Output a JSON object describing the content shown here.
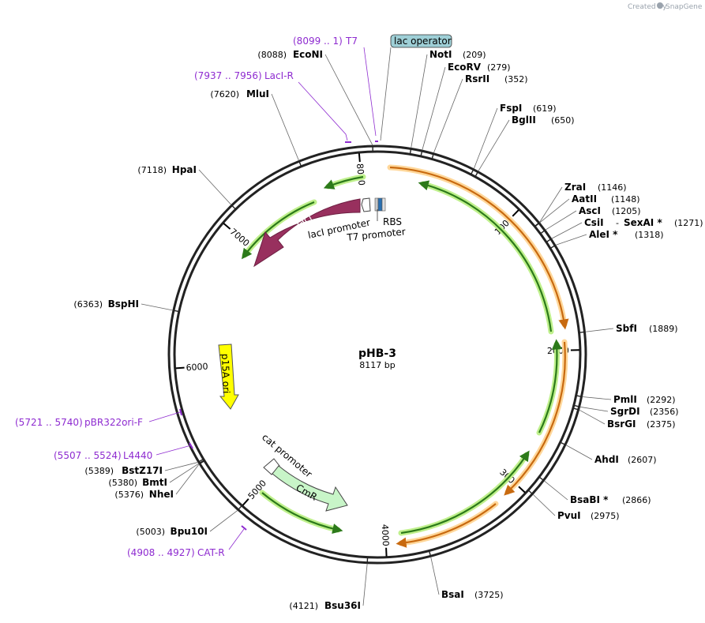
{
  "plasmid": {
    "name": "pHB-3",
    "length_label": "8117 bp",
    "length_bp": 8117
  },
  "watermark": {
    "created_by": "Created by",
    "brand": "SnapGene"
  },
  "ruler": [
    {
      "bp": 1000,
      "label": "1000"
    },
    {
      "bp": 2000,
      "label": "2000"
    },
    {
      "bp": 3000,
      "label": "3000"
    },
    {
      "bp": 4000,
      "label": "4000"
    },
    {
      "bp": 5000,
      "label": "5000"
    },
    {
      "bp": 6000,
      "label": "6000"
    },
    {
      "bp": 7000,
      "label": "7000"
    },
    {
      "bp": 8000,
      "label": "8000"
    }
  ],
  "sites_right": [
    {
      "name": "NotI",
      "pos": "(209)",
      "bp": 209
    },
    {
      "name": "EcoRV",
      "pos": "(279)",
      "bp": 279
    },
    {
      "name": "RsrII",
      "pos": "(352)",
      "bp": 352
    },
    {
      "name": "FspI",
      "pos": "(619)",
      "bp": 619
    },
    {
      "name": "BglII",
      "pos": "(650)",
      "bp": 650
    },
    {
      "name": "ZraI",
      "pos": "(1146)",
      "bp": 1146
    },
    {
      "name": "AatII",
      "pos": "(1148)",
      "bp": 1148
    },
    {
      "name": "AscI",
      "pos": "(1205)",
      "bp": 1205
    },
    {
      "name": "CsiI",
      "extra": "SexAI *",
      "pos": "(1271)",
      "bp": 1271
    },
    {
      "name": "AleI *",
      "pos": "(1318)",
      "bp": 1318
    },
    {
      "name": "SbfI",
      "pos": "(1889)",
      "bp": 1889
    },
    {
      "name": "PmlI",
      "pos": "(2292)",
      "bp": 2292
    },
    {
      "name": "SgrDI",
      "pos": "(2356)",
      "bp": 2356
    },
    {
      "name": "BsrGI",
      "pos": "(2375)",
      "bp": 2375
    },
    {
      "name": "AhdI",
      "pos": "(2607)",
      "bp": 2607
    },
    {
      "name": "BsaBI *",
      "pos": "(2866)",
      "bp": 2866
    },
    {
      "name": "PvuI",
      "pos": "(2975)",
      "bp": 2975
    },
    {
      "name": "BsaI",
      "pos": "(3725)",
      "bp": 3725
    }
  ],
  "sites_left": [
    {
      "name": "Bsu36I",
      "pos": "(4121)",
      "bp": 4121
    },
    {
      "name": "Bpu10I",
      "pos": "(5003)",
      "bp": 5003
    },
    {
      "name": "NheI",
      "pos": "(5376)",
      "bp": 5376
    },
    {
      "name": "BmtI",
      "pos": "(5380)",
      "bp": 5380
    },
    {
      "name": "BstZ17I",
      "pos": "(5389)",
      "bp": 5389
    },
    {
      "name": "BspHI",
      "pos": "(6363)",
      "bp": 6363
    },
    {
      "name": "HpaI",
      "pos": "(7118)",
      "bp": 7118
    },
    {
      "name": "MluI",
      "pos": "(7620)",
      "bp": 7620
    },
    {
      "name": "EcoNI",
      "pos": "(8088)",
      "bp": 8088
    }
  ],
  "primers": [
    {
      "name": "T7",
      "range": "(8099 .. 1)"
    },
    {
      "name": "LacI-R",
      "range": "(7937 .. 7956)"
    },
    {
      "name": "pBR322ori-F",
      "range": "(5721 .. 5740)"
    },
    {
      "name": "L4440",
      "range": "(5507 .. 5524)"
    },
    {
      "name": "CAT-R",
      "range": "(4908 .. 4927)"
    }
  ],
  "features": {
    "lac_operator": "lac operator",
    "laci": "lacI",
    "laci_promoter": "lacI promoter",
    "rbs": "RBS",
    "t7_promoter": "T7 promoter",
    "p15a_ori": "p15A ori",
    "cat_promoter": "cat promoter",
    "cmr": "CmR"
  },
  "colors": {
    "backbone": "#222222",
    "primer": "#8e2bd0",
    "laci": "#98305e",
    "ori": "#ffff00",
    "cmr": "#c8f5c8",
    "orf_green": "#2c7a1a",
    "orf_green_glow": "#bff08c",
    "orf_orange": "#c86a10",
    "orf_orange_glow": "#ffd79a",
    "lac_operator_box": "#9ecfd6"
  }
}
